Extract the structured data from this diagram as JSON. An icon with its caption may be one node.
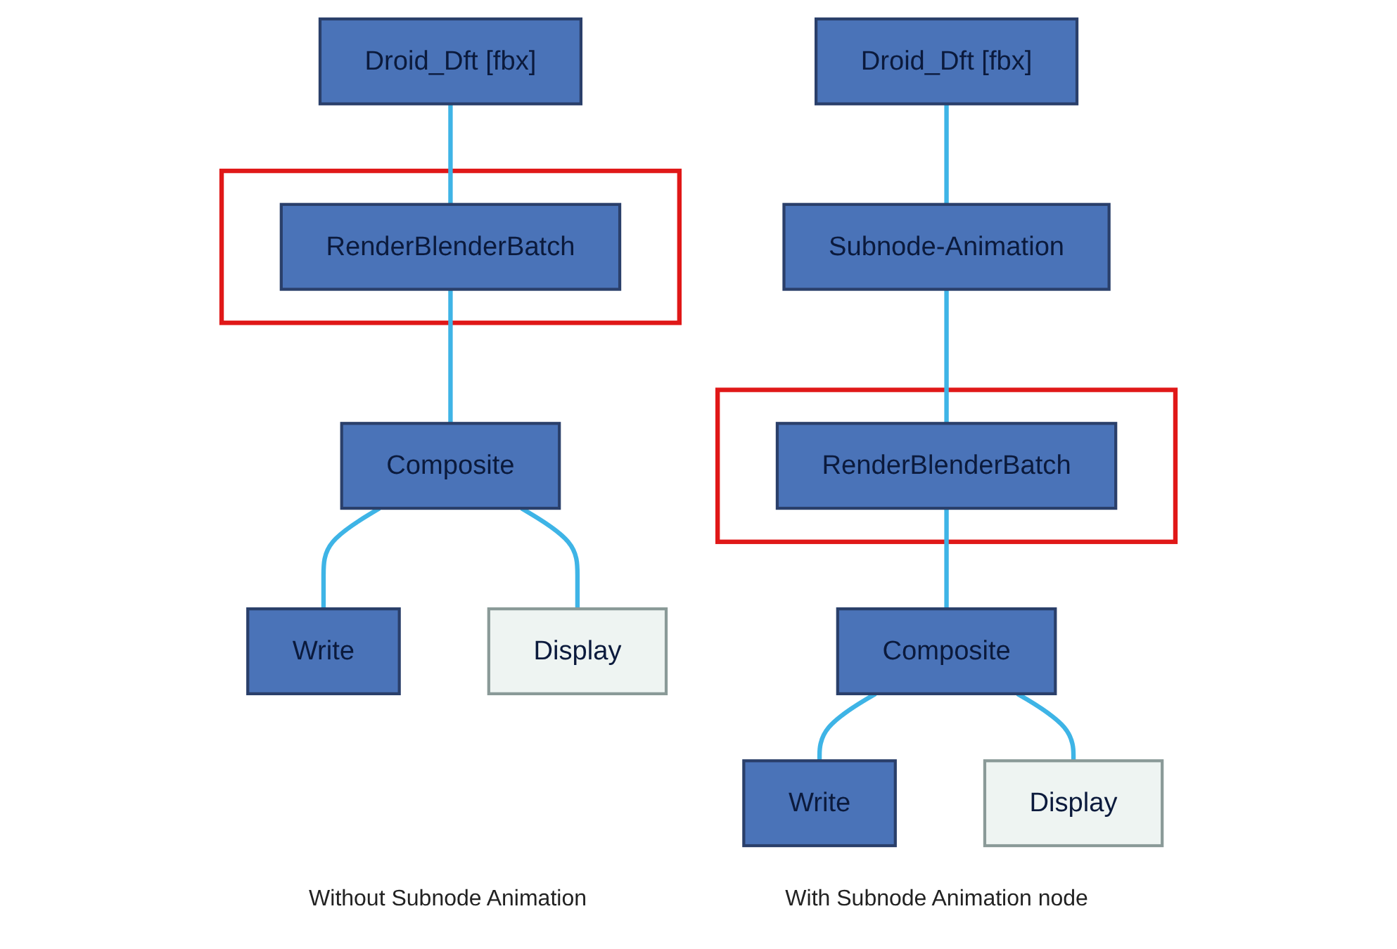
{
  "diagram": {
    "nodes": [
      {
        "text": [
          "Droid_Dft [fbx]"
        ]
      },
      {
        "text": [],
        "shape": "box"
      },
      {
        "text": [
          "RenderBlenderBatch"
        ],
        "in": 1
      },
      {
        "text": [
          "Composite"
        ]
      },
      {
        "text": [
          "Write"
        ]
      },
      {
        "text": [
          "Display"
        ]
      },
      {
        "text": [
          "Droid_Dft [fbx]"
        ]
      },
      {
        "text": [
          "Subnode-Animation"
        ]
      },
      {
        "text": [],
        "shape": "box"
      },
      {
        "text": [
          "RenderBlenderBatch"
        ],
        "in": 8
      },
      {
        "text": [
          "Composite"
        ]
      },
      {
        "text": [
          "Write"
        ]
      },
      {
        "text": [
          "Display"
        ]
      }
    ],
    "edges": [
      {
        "from": 0,
        "to": 2,
        "arrow": "none"
      },
      {
        "from": 2,
        "to": 3,
        "arrow": "none"
      },
      {
        "from": 3,
        "to": 4,
        "arrow": "none"
      },
      {
        "from": 3,
        "to": 5,
        "arrow": "none"
      },
      {
        "from": 6,
        "to": 7,
        "arrow": "none"
      },
      {
        "from": 7,
        "to": 9,
        "arrow": "none"
      },
      {
        "from": 9,
        "to": 10,
        "arrow": "none"
      },
      {
        "from": 10,
        "to": 11,
        "arrow": "none"
      },
      {
        "from": 10,
        "to": 12,
        "arrow": "none"
      }
    ],
    "labels": [
      "Without Subnode Animation",
      "With Subnode Animation node"
    ]
  }
}
